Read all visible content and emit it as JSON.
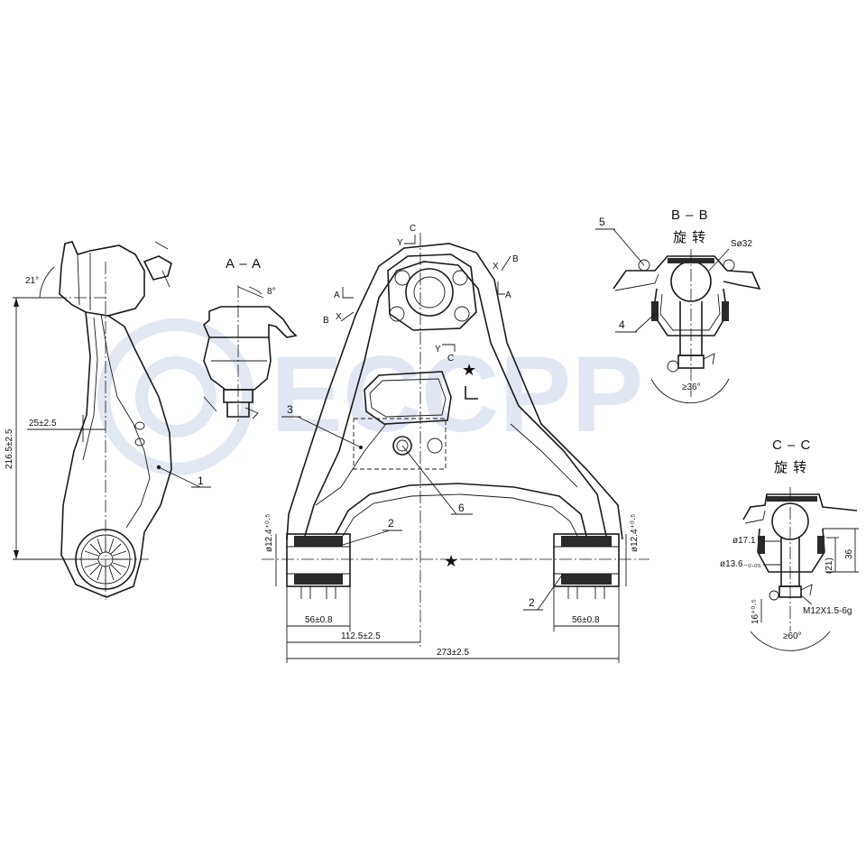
{
  "watermark": "ECCPP",
  "sections": {
    "aa": "A – A",
    "bb": "B – B",
    "bb_note": "旋 转",
    "cc": "C – C",
    "cc_note": "旋 转"
  },
  "view_markers": {
    "c_top": "C",
    "y_top": "Y",
    "y_mid": "Y",
    "c_mid": "C",
    "a_left": "A",
    "b_left": "B",
    "x_left": "X",
    "x_right": "X",
    "b_right": "B",
    "a_right": "A"
  },
  "dimensions": {
    "angle_21": "21°",
    "height": "216.5±2.5",
    "offset": "25±2.5",
    "angle_8": "8°",
    "sphere": "Sø32",
    "angle_36": "≥36°",
    "bush_left_dia": "ø12.4⁺⁰·⁵",
    "bush_right_dia": "ø12.4⁺⁰·⁵",
    "bush_left_len": "56±0.8",
    "bush_right_len": "56±0.8",
    "half_span": "112.5±2.5",
    "full_span": "273±2.5",
    "dia_17": "ø17.1",
    "dia_13": "ø13.6₋₀.₀₅",
    "d_16": "16⁺⁰·⁵",
    "d_21": "(21)",
    "d_36": "36",
    "thread": "M12X1.5-6g",
    "angle_60": "≥60°"
  },
  "callouts": [
    "1",
    "2",
    "2",
    "3",
    "4",
    "5",
    "6"
  ]
}
